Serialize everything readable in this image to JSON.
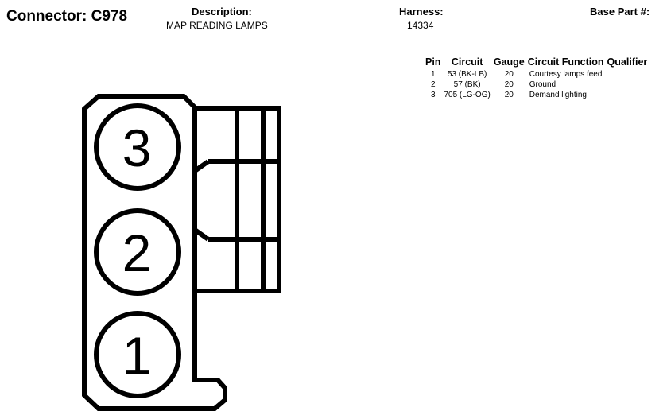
{
  "connector": {
    "label": "Connector: C978"
  },
  "description": {
    "header": "Description:",
    "value": "MAP READING LAMPS"
  },
  "harness": {
    "header": "Harness:",
    "value": "14334"
  },
  "base_part": {
    "header": "Base Part #:",
    "value": ""
  },
  "pin_table": {
    "headers": [
      "Pin",
      "Circuit",
      "Gauge",
      "Circuit Function",
      "Qualifier"
    ],
    "rows": [
      {
        "pin": "1",
        "circuit": "53 (BK-LB)",
        "gauge": "20",
        "function": "Courtesy lamps feed",
        "qualifier": ""
      },
      {
        "pin": "2",
        "circuit": "57 (BK)",
        "gauge": "20",
        "function": "Ground",
        "qualifier": ""
      },
      {
        "pin": "3",
        "circuit": "705 (LG-OG)",
        "gauge": "20",
        "function": "Demand lighting",
        "qualifier": ""
      }
    ]
  },
  "diagram": {
    "pins": [
      "3",
      "2",
      "1"
    ]
  }
}
